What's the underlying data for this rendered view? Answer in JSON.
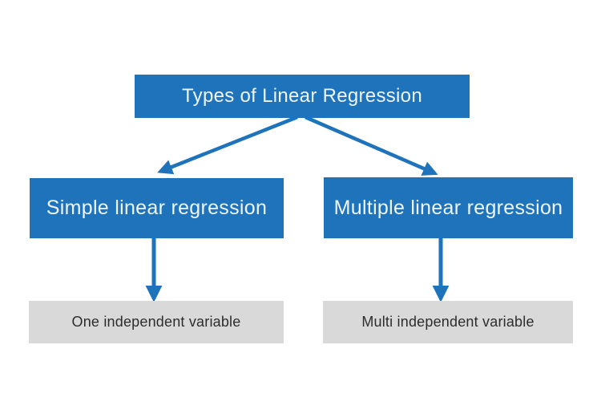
{
  "diagram": {
    "root": {
      "label": "Types of Linear Regression"
    },
    "branches": [
      {
        "label": "Simple linear regression",
        "detail": "One independent variable"
      },
      {
        "label": "Multiple linear regression",
        "detail": "Multi independent variable"
      }
    ]
  },
  "colors": {
    "background": "#ffffff",
    "node_blue": "#1e73bb",
    "node_gray": "#d9d9d9",
    "arrow_blue": "#1e73bb",
    "blue_text": "#eff5fa",
    "gray_text": "#2d2d2d"
  }
}
